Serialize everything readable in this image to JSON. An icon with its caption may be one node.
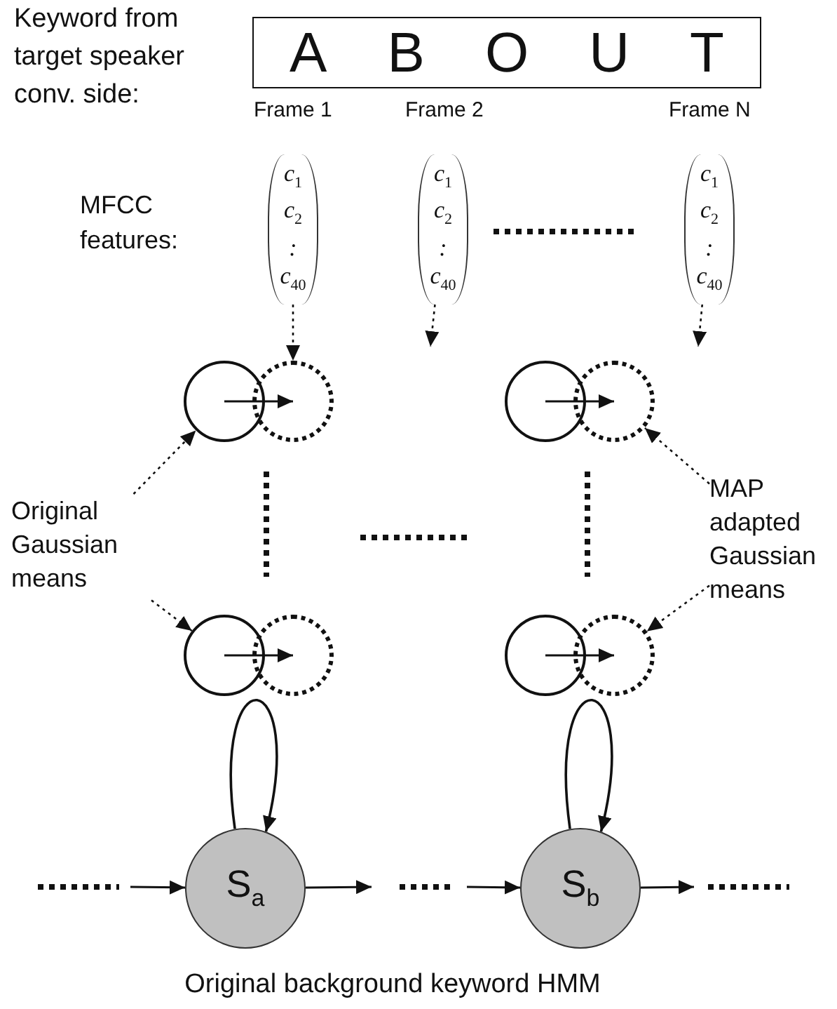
{
  "diagram": {
    "caption": "Original background keyword HMM",
    "nodes": [
      {
        "text": [
          "A",
          "B",
          "O",
          "U",
          "T"
        ]
      },
      {
        "text": [
          "c$_{1}$",
          "c$_{2}$",
          ":",
          "c$_{40}$"
        ]
      },
      {
        "text": [
          "c$_{1}$",
          "c$_{2}$",
          ":",
          "c$_{40}$"
        ]
      },
      {
        "text": [
          "c$_{1}$",
          "c$_{2}$",
          ":",
          "c$_{40}$"
        ]
      },
      {
        "text": [],
        "shape": "circle"
      },
      {
        "text": [],
        "shape": "circle"
      },
      {
        "text": [],
        "shape": "circle"
      },
      {
        "text": [],
        "shape": "circle"
      },
      {
        "text": [],
        "shape": "circle"
      },
      {
        "text": [],
        "shape": "circle"
      },
      {
        "text": [],
        "shape": "circle"
      },
      {
        "text": [],
        "shape": "circle"
      },
      {
        "text": [
          "Original Gaussian means"
        ]
      },
      {
        "text": [
          "MAP adapted Gaussian means"
        ]
      },
      {
        "text": [
          "S$_{a}$"
        ]
      },
      {
        "text": [
          "S$_{b}$"
        ]
      }
    ],
    "edges": [
      {
        "from": 1,
        "to": 5,
        "arrow": "to",
        "style": "dashed"
      },
      {
        "from": 2,
        "to": null,
        "arrow": "to",
        "style": "dashed"
      },
      {
        "from": 3,
        "to": null,
        "arrow": "to",
        "style": "dashed"
      },
      {
        "from": 4,
        "to": 5,
        "arrow": "to"
      },
      {
        "from": 6,
        "to": 7,
        "arrow": "to"
      },
      {
        "from": 8,
        "to": 9,
        "arrow": "to"
      },
      {
        "from": 10,
        "to": 11,
        "arrow": "to"
      },
      {
        "from": 12,
        "to": 4,
        "arrow": "to",
        "style": "dashed"
      },
      {
        "from": 12,
        "to": 8,
        "arrow": "to",
        "style": "dashed"
      },
      {
        "from": 13,
        "to": 7,
        "arrow": "to",
        "style": "dashed"
      },
      {
        "from": 13,
        "to": 11,
        "arrow": "to",
        "style": "dashed"
      },
      {
        "from": 14,
        "to": 14,
        "arrow": "to"
      },
      {
        "from": 15,
        "to": 15,
        "arrow": "to"
      },
      {
        "from": null,
        "to": 14,
        "arrow": "to"
      },
      {
        "from": 14,
        "to": null,
        "arrow": "to"
      },
      {
        "from": null,
        "to": 15,
        "arrow": "to"
      },
      {
        "from": 15,
        "to": null,
        "arrow": "to"
      }
    ],
    "labels": [
      "Keyword from target speaker conv. side:",
      "Frame 1",
      "Frame 2",
      "Frame N",
      "MFCC features:"
    ]
  }
}
